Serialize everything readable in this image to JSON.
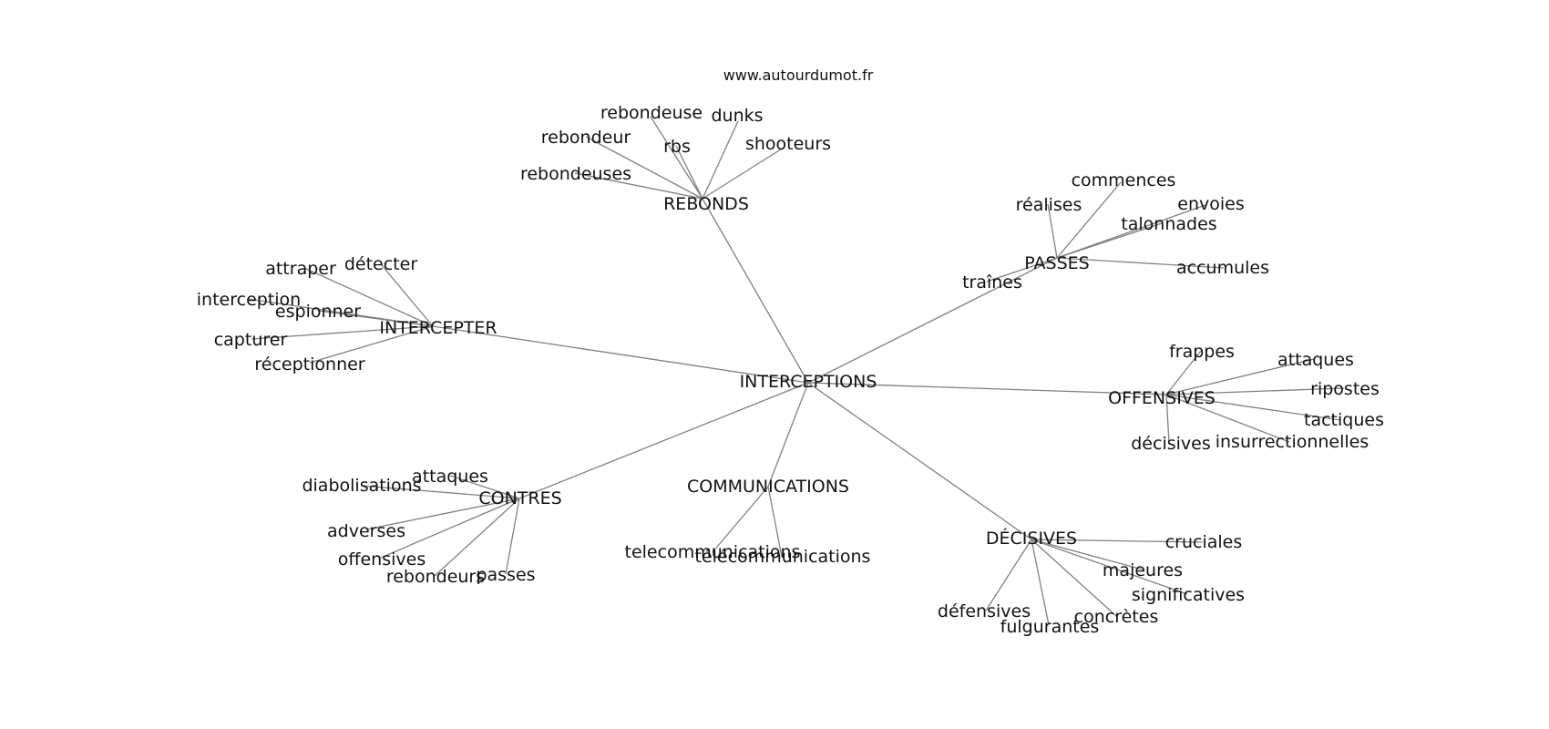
{
  "watermark": "www.autourdumot.fr",
  "center": "INTERCEPTIONS",
  "hubs": [
    {
      "id": "rebonds",
      "label": "REBONDS",
      "leaves": [
        "rebondeuse",
        "dunks",
        "rebondeur",
        "rbs",
        "shooteurs",
        "rebondeuses"
      ]
    },
    {
      "id": "passes-hub",
      "label": "PASSES",
      "leaves": [
        "commences",
        "réalises",
        "envoies",
        "talonnades",
        "accumules",
        "traînes"
      ]
    },
    {
      "id": "intercepter",
      "label": "INTERCEPTER",
      "leaves": [
        "attraper",
        "détecter",
        "interception",
        "espionner",
        "capturer",
        "réceptionner"
      ]
    },
    {
      "id": "offensives-hub",
      "label": "OFFENSIVES",
      "leaves": [
        "frappes",
        "attaques",
        "ripostes",
        "tactiques",
        "insurrectionnelles",
        "décisives"
      ]
    },
    {
      "id": "contres",
      "label": "CONTRES",
      "leaves": [
        "diabolisations",
        "attaques",
        "adverses",
        "offensives",
        "rebondeurs",
        "passes"
      ]
    },
    {
      "id": "communications",
      "label": "COMMUNICATIONS",
      "leaves": [
        "telecommunications",
        "télécommunications"
      ]
    },
    {
      "id": "decisives-hub",
      "label": "DÉCISIVES",
      "leaves": [
        "cruciales",
        "majeures",
        "significatives",
        "défensives",
        "fulgurantes",
        "concrètes"
      ]
    }
  ]
}
